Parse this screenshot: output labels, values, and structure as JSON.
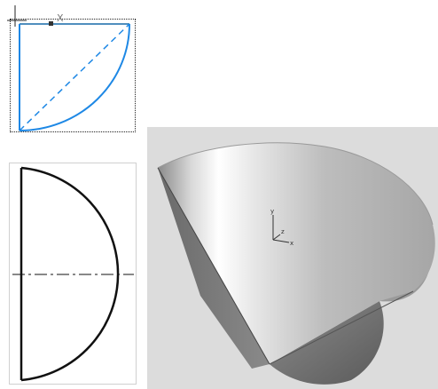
{
  "sketch": {
    "dimension_marker": "X",
    "colors": {
      "profile": "#1e88e5",
      "axis_line": "#e8a44a",
      "frame": "#222222"
    }
  },
  "drawing": {
    "colors": {
      "outline": "#111111",
      "centerline": "#111111",
      "border": "#d0d0d0"
    }
  },
  "viewport": {
    "triad": {
      "x": "x",
      "y": "y",
      "z": "z"
    },
    "colors": {
      "background": "#dcdcdc",
      "solid_light": "#f4f4f4",
      "solid_dark": "#5e5e5e"
    }
  }
}
